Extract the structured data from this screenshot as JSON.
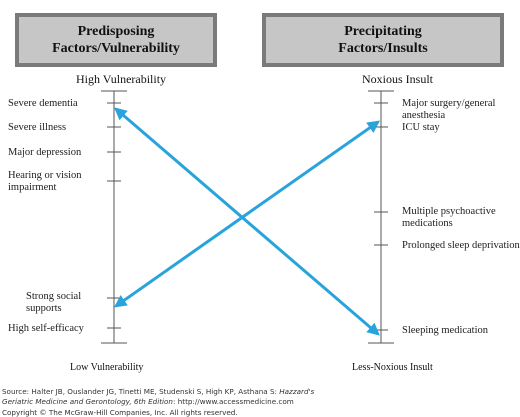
{
  "left": {
    "header_line1": "Predisposing",
    "header_line2": "Factors/Vulnerability",
    "top_label": "High Vulnerability",
    "bottom_label": "Low Vulnerability",
    "items": [
      {
        "text": "Severe dementia"
      },
      {
        "text": "Severe illness"
      },
      {
        "text": "Major depression"
      },
      {
        "text": "Hearing or vision"
      },
      {
        "text": "impairment"
      },
      {
        "text": "Strong social"
      },
      {
        "text": "supports"
      },
      {
        "text": "High self-efficacy"
      }
    ]
  },
  "right": {
    "header_line1": "Precipitating",
    "header_line2": "Factors/Insults",
    "top_label": "Noxious Insult",
    "bottom_label": "Less-Noxious Insult",
    "items": [
      {
        "text": "Major surgery/general"
      },
      {
        "text": "anesthesia"
      },
      {
        "text": "ICU stay"
      },
      {
        "text": "Multiple psychoactive"
      },
      {
        "text": "medications"
      },
      {
        "text": "Prolonged sleep deprivation"
      },
      {
        "text": "Sleeping medication"
      }
    ]
  },
  "colors": {
    "arrow": "#29a3dc",
    "axis": "#555555",
    "header_fill": "#c6c6c6"
  },
  "source": {
    "prefix": "Source: Halter JB, Ouslander JG, Tinetti ME, Studenski S, High KP, Asthana S: ",
    "title_italic_1": "Hazzard's",
    "title_italic_2": "Geriatric Medicine and Gerontology, 6th Edition",
    "suffix": ": http://www.accessmedicine.com",
    "copyright": "Copyright © The McGraw-Hill Companies, Inc. All rights reserved."
  }
}
